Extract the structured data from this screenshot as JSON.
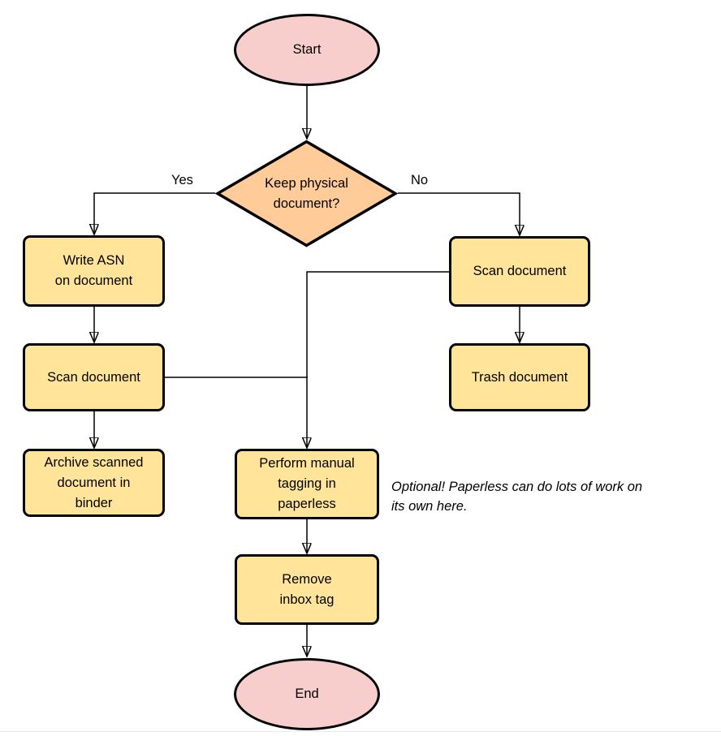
{
  "diagram": {
    "nodes": {
      "start": {
        "label": "Start",
        "type": "terminal"
      },
      "decision": {
        "label": "Keep physical\ndocument?",
        "type": "decision"
      },
      "write_asn": {
        "label": "Write ASN\non document",
        "type": "process"
      },
      "scan_left": {
        "label": "Scan document",
        "type": "process"
      },
      "archive": {
        "label": "Archive scanned\ndocument in\nbinder",
        "type": "process"
      },
      "scan_right": {
        "label": "Scan document",
        "type": "process"
      },
      "trash": {
        "label": "Trash document",
        "type": "process"
      },
      "tagging": {
        "label": "Perform manual\ntagging in\npaperless",
        "type": "process"
      },
      "remove_inbox": {
        "label": "Remove\ninbox tag",
        "type": "process"
      },
      "end": {
        "label": "End",
        "type": "terminal"
      }
    },
    "edge_labels": {
      "yes": "Yes",
      "no": "No"
    },
    "note": "Optional! Paperless can do lots of work on\nits own here."
  },
  "colors": {
    "terminal_fill": "#f8cecc",
    "decision_fill": "#ffcc99",
    "process_fill": "#ffe49a",
    "stroke_color": "#000000"
  }
}
